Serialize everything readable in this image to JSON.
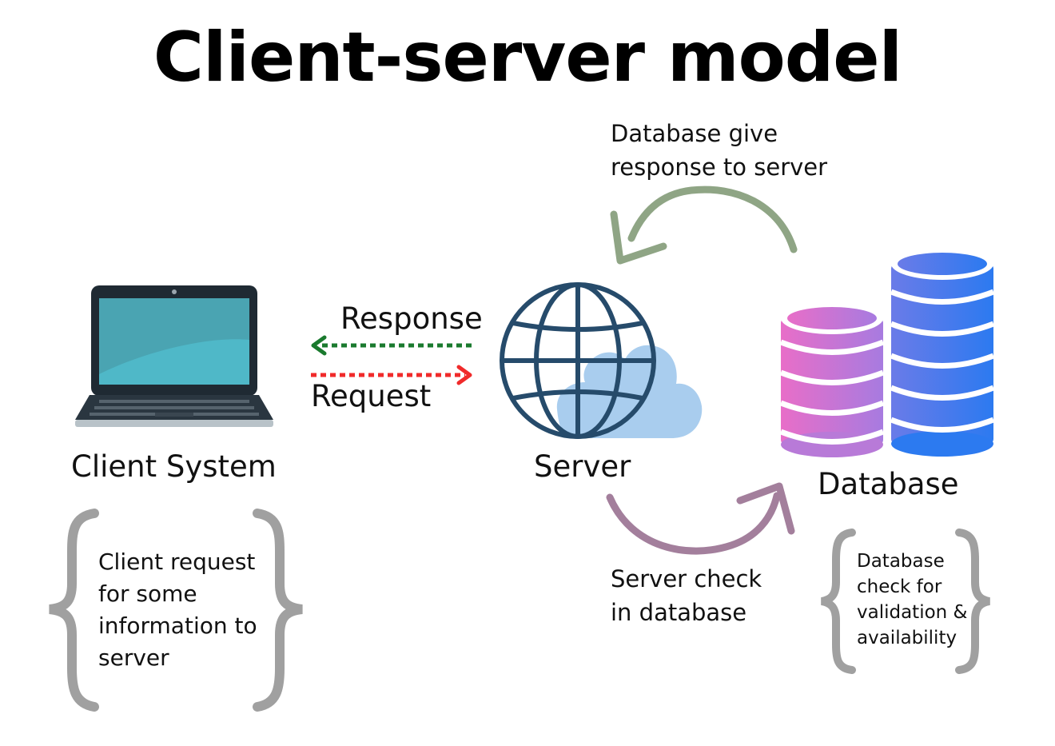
{
  "title": "Client-server model",
  "nodes": {
    "client": {
      "label": "Client System",
      "icon": "laptop-icon"
    },
    "server": {
      "label": "Server",
      "icon": "globe-cloud-icon"
    },
    "database": {
      "label": "Database",
      "icon": "database-stack-icon"
    }
  },
  "arrows": {
    "response": {
      "label": "Response",
      "color": "#1a7a2e"
    },
    "request": {
      "label": "Request",
      "color": "#f02a2a"
    },
    "db_response": {
      "lines": [
        "Database give",
        "response to server"
      ],
      "color": "#8fa585"
    },
    "server_check": {
      "lines": [
        "Server check",
        "in database"
      ],
      "color": "#a37f9c"
    }
  },
  "notes": {
    "client": {
      "lines": [
        "Client request",
        "for some",
        "information to",
        "server"
      ]
    },
    "database": {
      "lines": [
        "Database",
        "check for",
        "validation &",
        "availability"
      ]
    }
  },
  "colors": {
    "globe": "#264b6b",
    "cloud": "#a9cdee",
    "brace": "#a0a0a0",
    "laptop_screen": "#4fb8c8",
    "db_left_top": "#e86ec8",
    "db_left_bottom": "#a77be0",
    "db_right_top": "#6a7be8",
    "db_right_bottom": "#2c7af0"
  }
}
